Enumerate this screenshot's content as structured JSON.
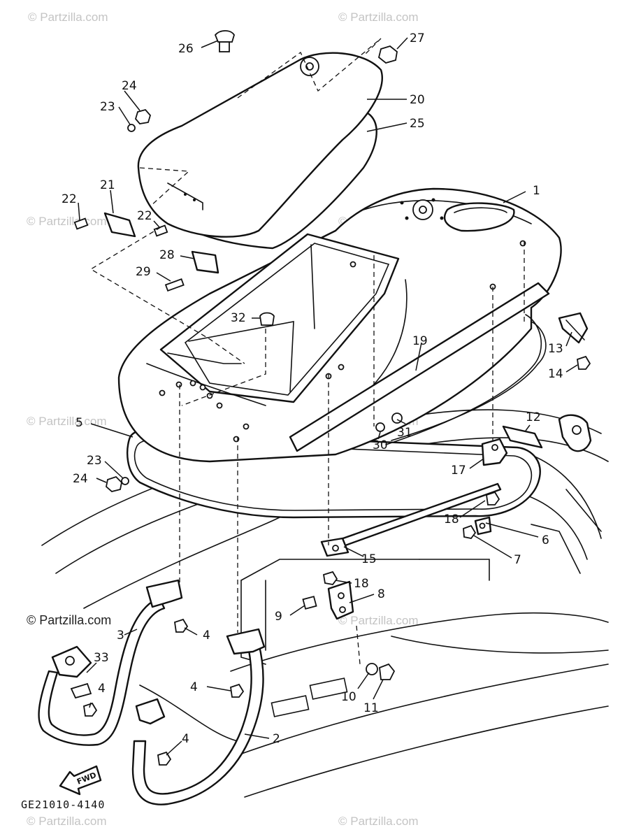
{
  "diagram": {
    "drawing_code": "GE21010-4140",
    "direction_label": "FWD",
    "watermarks": {
      "primary": "© Partzilla.com",
      "dark": "© Partzilla.com"
    },
    "callouts": [
      "1",
      "2",
      "3",
      "4",
      "4",
      "4",
      "4",
      "5",
      "6",
      "7",
      "8",
      "9",
      "10",
      "11",
      "12",
      "13",
      "14",
      "15",
      "17",
      "18",
      "18",
      "19",
      "20",
      "21",
      "22",
      "22",
      "23",
      "23",
      "24",
      "24",
      "25",
      "26",
      "27",
      "28",
      "29",
      "30",
      "31",
      "32",
      "33"
    ]
  }
}
